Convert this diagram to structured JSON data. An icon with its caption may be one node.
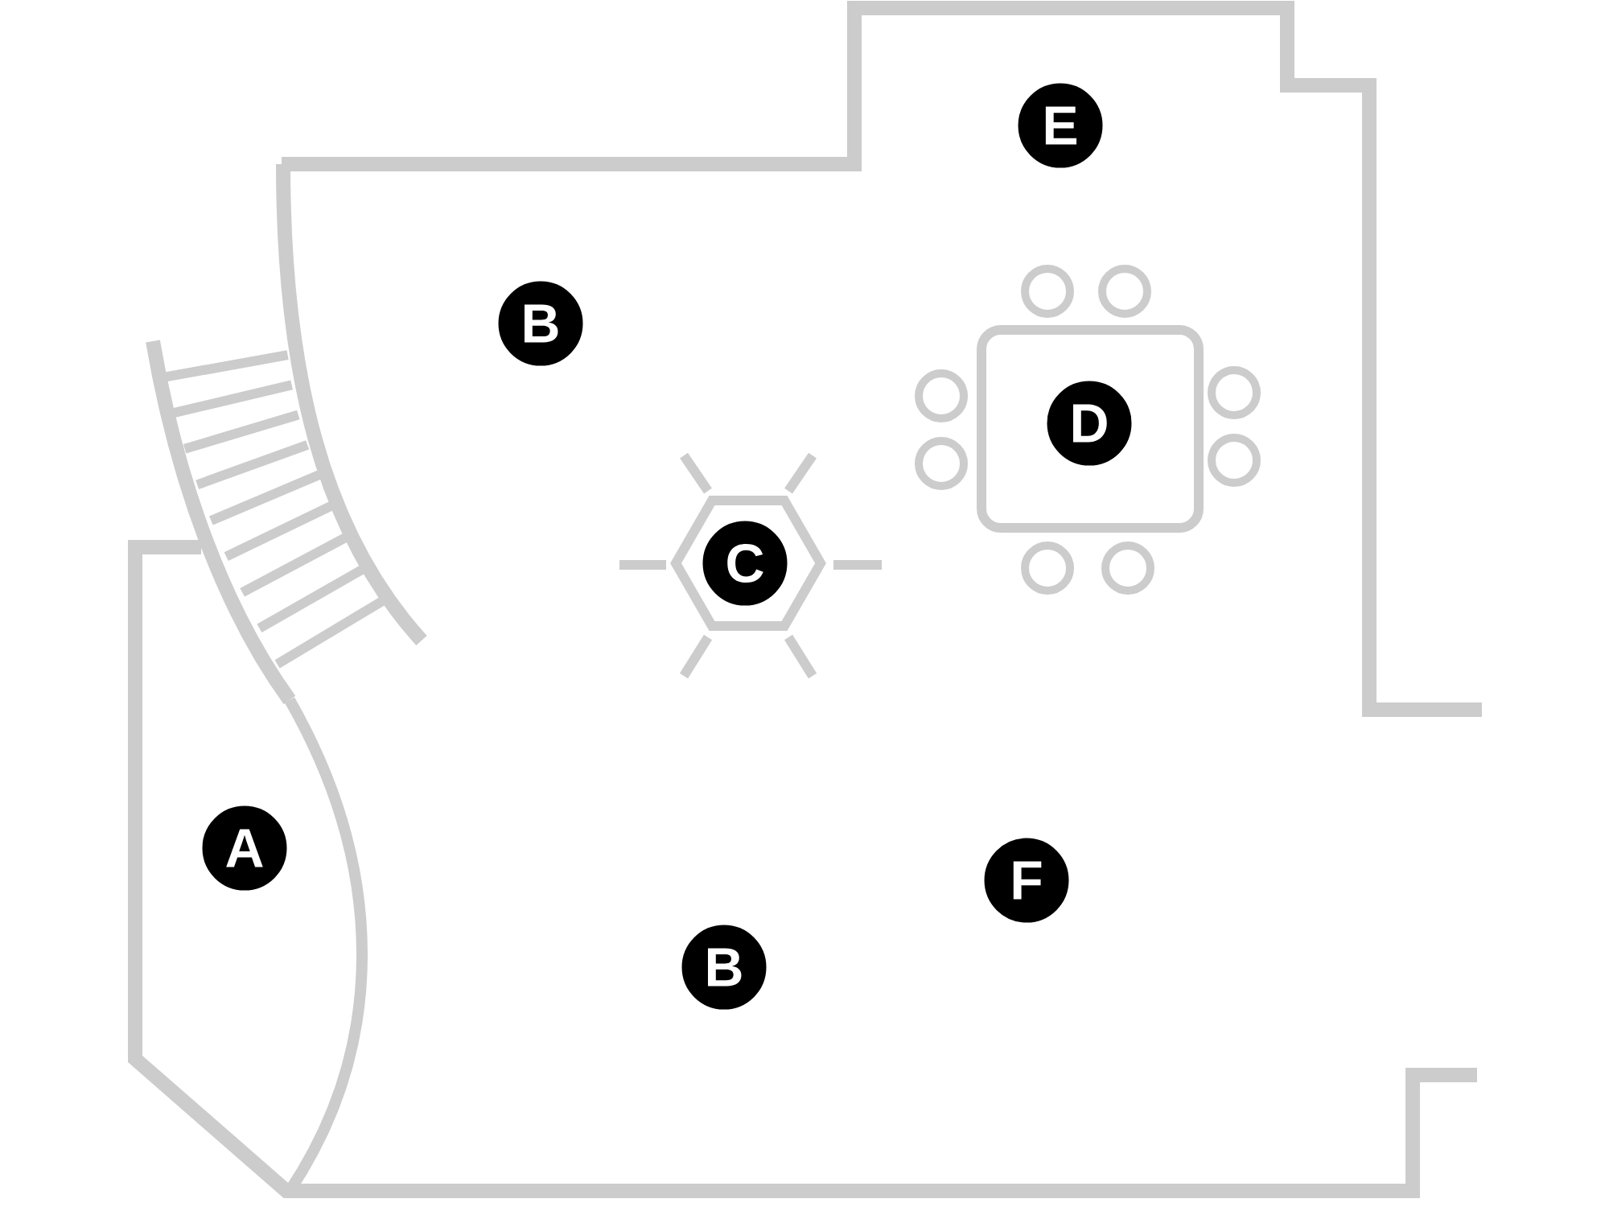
{
  "diagram": {
    "labels": [
      "E",
      "B",
      "D",
      "C",
      "A",
      "F",
      "B"
    ]
  }
}
